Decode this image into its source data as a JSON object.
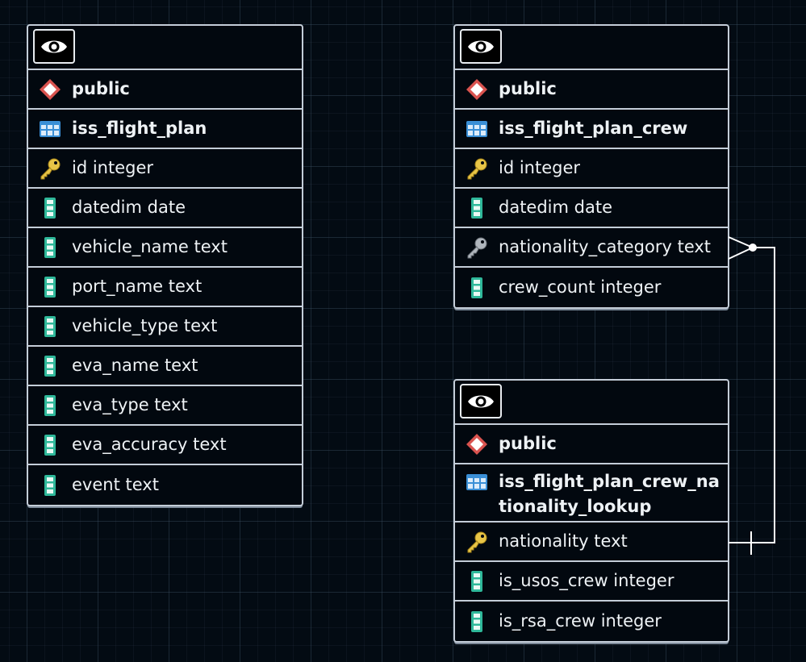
{
  "tables": [
    {
      "schema": "public",
      "name": "iss_flight_plan",
      "columns": [
        {
          "label": "id integer",
          "kind": "primary-key"
        },
        {
          "label": "datedim date",
          "kind": "column"
        },
        {
          "label": "vehicle_name text",
          "kind": "column"
        },
        {
          "label": "port_name text",
          "kind": "column"
        },
        {
          "label": "vehicle_type text",
          "kind": "column"
        },
        {
          "label": "eva_name text",
          "kind": "column"
        },
        {
          "label": "eva_type text",
          "kind": "column"
        },
        {
          "label": "eva_accuracy text",
          "kind": "column"
        },
        {
          "label": "event text",
          "kind": "column"
        }
      ]
    },
    {
      "schema": "public",
      "name": "iss_flight_plan_crew",
      "columns": [
        {
          "label": "id integer",
          "kind": "primary-key"
        },
        {
          "label": "datedim date",
          "kind": "column"
        },
        {
          "label": "nationality_category text",
          "kind": "foreign-key"
        },
        {
          "label": "crew_count integer",
          "kind": "column"
        }
      ]
    },
    {
      "schema": "public",
      "name": "iss_flight_plan_crew_nationality_lookup",
      "columns": [
        {
          "label": "nationality text",
          "kind": "primary-key"
        },
        {
          "label": "is_usos_crew integer",
          "kind": "column"
        },
        {
          "label": "is_rsa_crew integer",
          "kind": "column"
        }
      ]
    }
  ],
  "relationship": {
    "from": "iss_flight_plan_crew.nationality_category",
    "to": "iss_flight_plan_crew_nationality_lookup.nationality",
    "cardinality": "many-to-one"
  },
  "colors": {
    "background": "#030b13",
    "border": "#c4cdd8",
    "text": "#eef2f5",
    "schema_icon": "#d9534f",
    "table_icon": "#3a8fd6",
    "column_icon": "#2fb89a",
    "primary_key_icon": "#e8c547",
    "foreign_key_icon": "#b0b6bd"
  }
}
